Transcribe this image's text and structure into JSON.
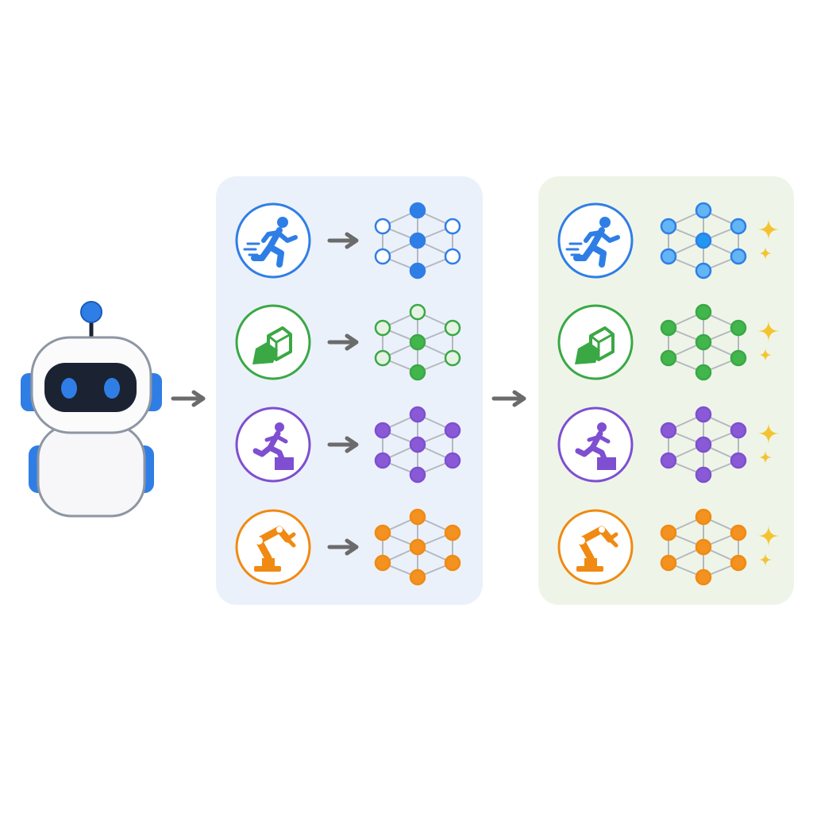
{
  "colors": {
    "arrow": "#6b6b6b",
    "edge": "#b4b8bf",
    "panel_before": "#ebf1fb",
    "panel_after": "#eef5e8",
    "sparkle": "#f4c430",
    "robot_blue": "#2f7ee6",
    "robot_visor": "#1b2333"
  },
  "skills": [
    {
      "icon": "running-person-icon",
      "color": "#2f7ee6",
      "light": "#64b5f6",
      "pale": "#e6f0fc"
    },
    {
      "icon": "box-lifting-icon",
      "color": "#3aa845",
      "light": "#43b54d",
      "pale": "#e5f4e2"
    },
    {
      "icon": "step-up-person-icon",
      "color": "#7e4fd0",
      "light": "#8a5ad6",
      "pale": "#ede4fa"
    },
    {
      "icon": "robotic-arm-icon",
      "color": "#f08a12",
      "light": "#f39121",
      "pale": "#fdebd6"
    }
  ],
  "stages": [
    {
      "name": "before",
      "graph_style": "outlined-nodes"
    },
    {
      "name": "after",
      "graph_style": "filled-nodes",
      "sparkle_icon": "sparkle-icon"
    }
  ]
}
